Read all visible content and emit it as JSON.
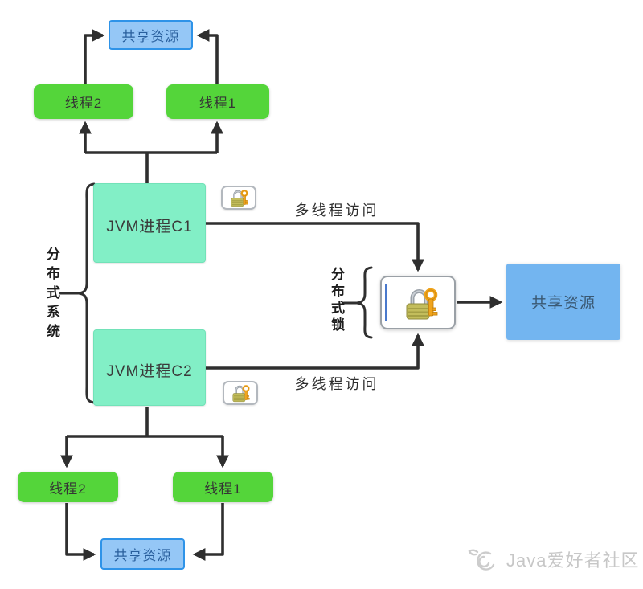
{
  "diagram": {
    "top_cluster": {
      "shared_resource": "共享资源",
      "thread2": "线程2",
      "thread1": "线程1"
    },
    "distributed_system": {
      "label": "分布式系统",
      "jvm_c1": "JVM进程C1",
      "jvm_c2": "JVM进程C2"
    },
    "lock": {
      "label": "分布式锁",
      "access_top": "多线程访问",
      "access_bottom": "多线程访问",
      "shared_resource": "共享资源"
    },
    "bottom_cluster": {
      "thread2": "线程2",
      "thread1": "线程1",
      "shared_resource": "共享资源"
    },
    "watermark": "Java爱好者社区",
    "colors": {
      "thread_box": "#54d53a",
      "jvm_box": "#82efc6",
      "shared_resource_small_fill": "#95c7f6",
      "shared_resource_small_border": "#2e93e8",
      "shared_resource_large_fill": "#73b5f0",
      "connector_line": "#2f2f2f",
      "lock_body": "#c3bd5c",
      "key": "#f0a41c",
      "lock_accent": "#4a79cc",
      "watermark_text": "#c7c7c7"
    }
  }
}
